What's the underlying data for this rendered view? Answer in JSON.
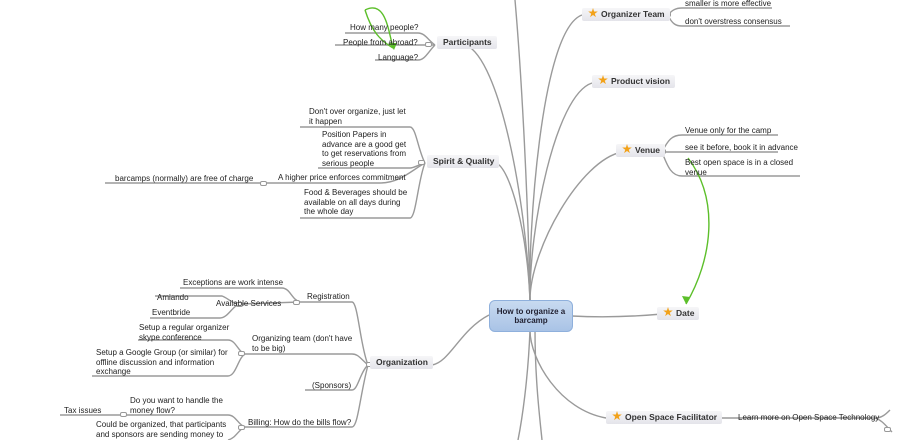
{
  "root": "How to organize a barcamp",
  "branches": {
    "organizer_team": "Organizer Team",
    "product_vision": "Product vision",
    "venue": "Venue",
    "date": "Date",
    "open_space_facilitator": "Open Space Facilitator",
    "participants": "Participants",
    "spirit_quality": "Spirit & Quality",
    "organization": "Organization"
  },
  "organizer_team_items": [
    "smaller is more effective",
    "don't overstress consensus"
  ],
  "venue_items": [
    "Venue only for the camp",
    "see it before, book it in advance",
    "Best open space is in a closed venue"
  ],
  "open_space_items": [
    "Learn more on Open Space Technology"
  ],
  "participants_items": [
    "How many people?",
    "People from abroad?",
    "Language?"
  ],
  "spirit_items": [
    "Don't over organize, just let it happen",
    "Position Papers in advance are a good get to get reservations from serious people",
    "A higher price enforces commitment",
    "barcamps (normally) are free of charge",
    "Food & Beverages should be available on all days during the whole day"
  ],
  "organization": {
    "registration": "Registration",
    "exceptions": "Exceptions are work intense",
    "available_services": "Available Services",
    "amiando": "Amiando",
    "eventbride": "Eventbride",
    "organizing_team": "Organizing team (don't have to be big)",
    "setup_skype": "Setup a regular organizer skype conference",
    "setup_google": "Setup a Google Group (or similar) for offline discussion and information exchange",
    "sponsors": "(Sponsors)",
    "billing": "Billing: How do the bills flow?",
    "handle_money": "Do you want to handle the money flow?",
    "tax_issues": "Tax issues",
    "could_be_organized": "Could be organized, that participants and sponsors are sending money to"
  },
  "colors": {
    "link": "#9a9a9a",
    "arrow": "#5cbf2a",
    "root_fill": "#b3cbea",
    "star": "#f2a21a"
  }
}
